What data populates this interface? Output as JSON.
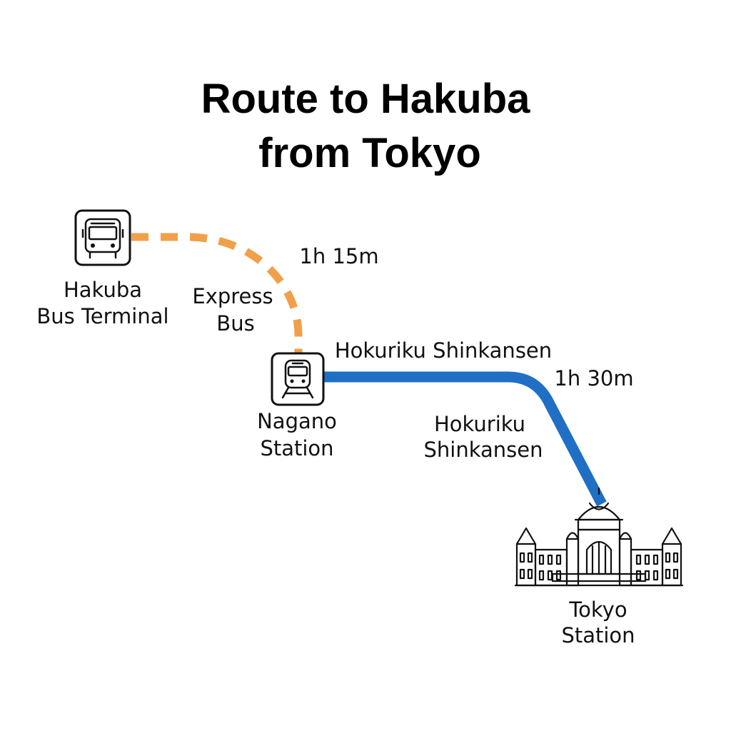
{
  "title": {
    "line1": "Route to Hakuba",
    "line2": "from Tokyo"
  },
  "stations": {
    "hakuba": {
      "name_line1": "Hakuba",
      "name_line2": "Bus Terminal",
      "icon": "bus-icon"
    },
    "nagano": {
      "name_line1": "Nagano",
      "name_line2": "Station",
      "icon": "train-icon"
    },
    "tokyo": {
      "name_line1": "Tokyo",
      "name_line2": "Station",
      "icon": "tokyo-station-building-icon"
    }
  },
  "segments": {
    "bus": {
      "mode_line1": "Express",
      "mode_line2": "Bus",
      "duration": "1h 15m",
      "color": "#F0A04B",
      "style": "dashed"
    },
    "shinkansen": {
      "label_top": "Hokuriku Shinkansen",
      "label_line1": "Hokuriku",
      "label_line2": "Shinkansen",
      "duration": "1h 30m",
      "color": "#1F6FC5",
      "style": "solid"
    }
  }
}
